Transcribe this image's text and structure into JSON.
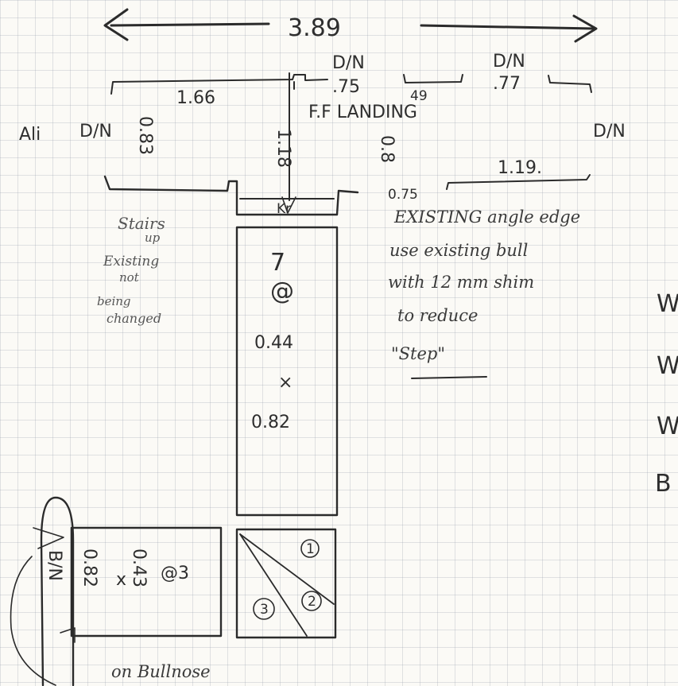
{
  "dims": {
    "overall_width": "3.89",
    "left_section": "1.66",
    "center_width": ".75",
    "segment_49": "49",
    "segment_77": ".77",
    "right_lower": "1.19.",
    "lower_left": "0.75",
    "vert_left": "0.83",
    "vert_center": "1.18",
    "vert_right": "0.8"
  },
  "labels": {
    "dn_1": "D/N",
    "dn_2": "D/N",
    "dn_3": "D/N",
    "dn_4": "D/N",
    "ff_landing": "F.F LANDING",
    "ali": "Ali",
    "kr": "Kr"
  },
  "notes": {
    "stairs": [
      "Stairs",
      "up",
      "Existing",
      "not",
      "being",
      "changed"
    ],
    "existing": [
      "EXISTING angle edge",
      "use existing bull",
      "with 12 mm shim",
      "to reduce"
    ],
    "step": "\"Step\""
  },
  "flight": {
    "count": "7",
    "at": "@",
    "going": "0.44",
    "times": "×",
    "width": "0.82"
  },
  "bottom_box": {
    "bn": "B/N",
    "a": "0.82",
    "x": "x",
    "b": "0.43",
    "c": "@3"
  },
  "winders": [
    "1",
    "2",
    "3"
  ],
  "bullnose_note": "on Bullnose",
  "margin_letters": [
    "W",
    "W",
    "W",
    "B"
  ]
}
